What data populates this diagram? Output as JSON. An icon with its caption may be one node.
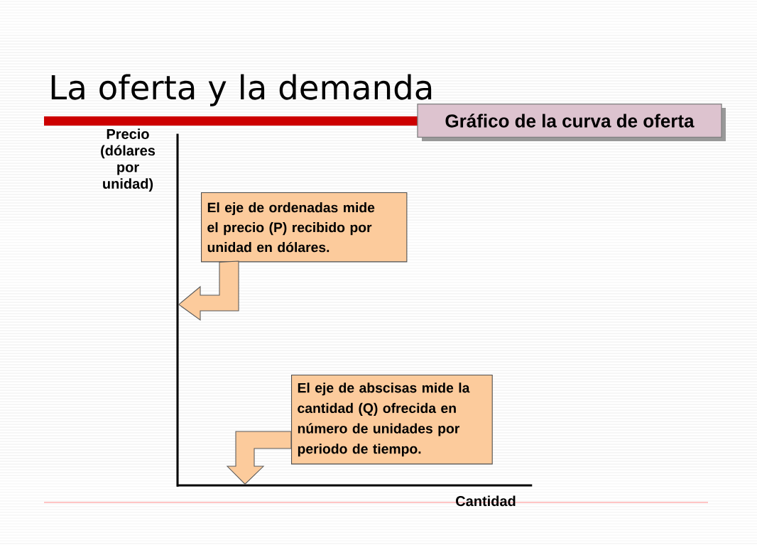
{
  "diagram": {
    "title": "La oferta y la demanda",
    "nodes": [
      {
        "text": [
          "Gráfico de la curva de oferta"
        ]
      },
      {
        "text": [
          "El eje de ordenadas mide el precio (P) recibido por unidad en dólares."
        ]
      },
      {
        "text": [],
        "shape": "line"
      },
      {
        "text": [
          "El eje de abscisas mide la cantidad (Q) ofrecida en número de unidades por periodo de tiempo."
        ]
      },
      {
        "text": [],
        "shape": "line"
      }
    ],
    "edges": [
      {
        "from": 1,
        "to": 2,
        "arrow": "to"
      },
      {
        "from": 3,
        "to": 4,
        "arrow": "to"
      }
    ],
    "labels": [
      "Precio (dólares por unidad)",
      "Cantidad"
    ]
  }
}
